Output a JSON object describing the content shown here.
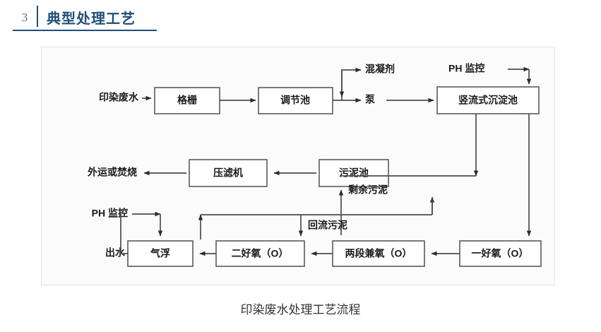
{
  "section": {
    "number": "3",
    "title": "典型处理工艺",
    "accent_color": "#1f4e79",
    "number_color": "#4a6f91"
  },
  "figure": {
    "caption": "印染废水处理工艺流程",
    "panel_background": "#fbfbfb",
    "line_color": "#4d4d4d",
    "box_stroke": "#5a5a5a"
  },
  "diagram": {
    "type": "flowchart",
    "title": "印染废水处理工艺流程",
    "nodes": [
      {
        "id": "inlet",
        "label": "印染废水",
        "kind": "free-text"
      },
      {
        "id": "grid",
        "label": "格栅",
        "kind": "box"
      },
      {
        "id": "regulate",
        "label": "调节池",
        "kind": "box"
      },
      {
        "id": "coagulant",
        "label": "混凝剂",
        "kind": "free-text"
      },
      {
        "id": "pump",
        "label": "泵",
        "kind": "free-text"
      },
      {
        "id": "ph-top",
        "label": "PH 监控",
        "kind": "free-text"
      },
      {
        "id": "settler",
        "label": "竖流式沉淀池",
        "kind": "box"
      },
      {
        "id": "haul",
        "label": "外运或焚烧",
        "kind": "free-text"
      },
      {
        "id": "filterpress",
        "label": "压滤机",
        "kind": "box"
      },
      {
        "id": "sludgepond",
        "label": "污泥池",
        "kind": "box"
      },
      {
        "id": "excesssludge",
        "label": "剩余污泥",
        "kind": "free-text"
      },
      {
        "id": "ph-bottom",
        "label": "PH 监控",
        "kind": "free-text"
      },
      {
        "id": "returnsludge",
        "label": "回流污泥",
        "kind": "free-text"
      },
      {
        "id": "effluent",
        "label": "出水",
        "kind": "free-text"
      },
      {
        "id": "flotation",
        "label": "气浮",
        "kind": "box"
      },
      {
        "id": "aerobic2",
        "label": "二好氧（O）",
        "kind": "box"
      },
      {
        "id": "anoxic2stage",
        "label": "两段兼氧（O）",
        "kind": "box"
      },
      {
        "id": "aerobic1",
        "label": "一好氧（O）",
        "kind": "box"
      }
    ],
    "edges": [
      {
        "from": "inlet",
        "to": "grid"
      },
      {
        "from": "grid",
        "to": "regulate"
      },
      {
        "from": "regulate",
        "to": "pump"
      },
      {
        "from": "regulate",
        "to": "coagulant"
      },
      {
        "from": "coagulant",
        "to": "pump"
      },
      {
        "from": "pump",
        "to": "settler"
      },
      {
        "from": "ph-top",
        "to": "settler"
      },
      {
        "from": "settler",
        "to": "sludgepond",
        "label": ""
      },
      {
        "from": "settler",
        "to": "aerobic1"
      },
      {
        "from": "sludgepond",
        "to": "filterpress"
      },
      {
        "from": "filterpress",
        "to": "haul"
      },
      {
        "from": "aerobic2",
        "to": "sludgepond",
        "label": "剩余污泥"
      },
      {
        "from": "aerobic1",
        "to": "anoxic2stage"
      },
      {
        "from": "anoxic2stage",
        "to": "aerobic2"
      },
      {
        "from": "aerobic2",
        "to": "flotation"
      },
      {
        "from": "flotation",
        "to": "effluent"
      },
      {
        "from": "ph-bottom",
        "to": "flotation"
      },
      {
        "from": "flotation",
        "to": "anoxic2stage",
        "label": "回流污泥"
      },
      {
        "from": "returnsludge",
        "to": "aerobic2",
        "label": "回流污泥"
      }
    ]
  }
}
